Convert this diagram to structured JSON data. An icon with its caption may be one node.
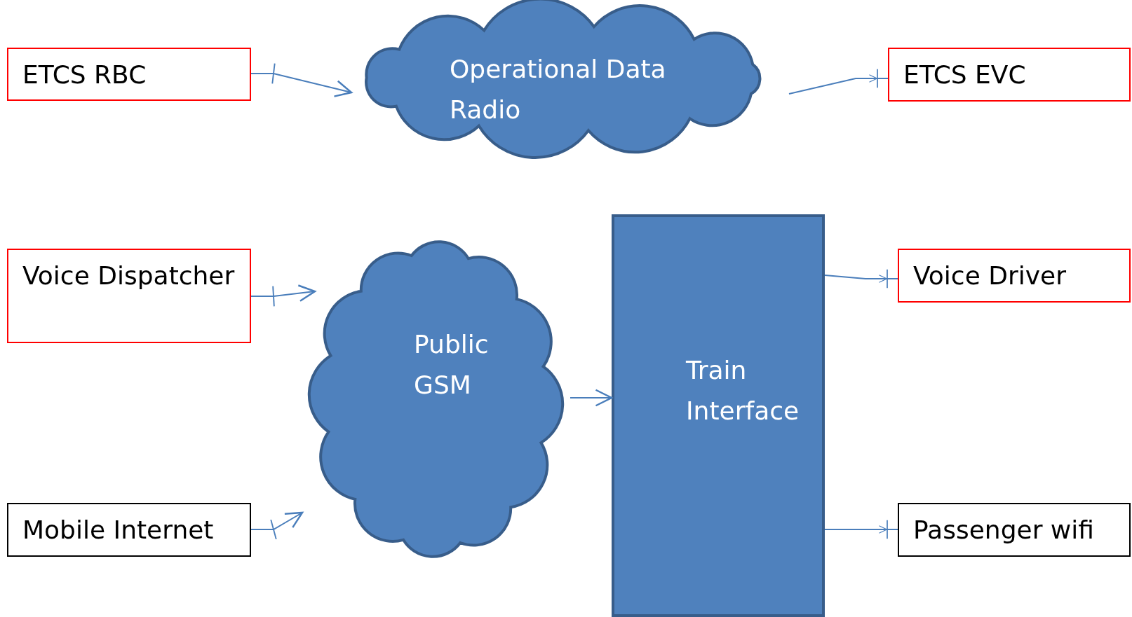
{
  "diagram": {
    "nodes": [
      {
        "text": [
          "ETCS RBC"
        ]
      },
      {
        "text": [
          "Operational Data Radio"
        ]
      },
      {
        "text": [
          "ETCS EVC"
        ]
      },
      {
        "text": [
          "Voice Dispatcher"
        ]
      },
      {
        "text": [
          "Public GSM"
        ]
      },
      {
        "text": [
          "Train Interface"
        ]
      },
      {
        "text": [
          "Voice Driver"
        ]
      },
      {
        "text": [
          "Mobile Internet"
        ]
      },
      {
        "text": [
          "Passenger wifi"
        ]
      }
    ],
    "edges": [
      {
        "from": 0,
        "to": 1,
        "arrow": "to"
      },
      {
        "from": 1,
        "to": 2,
        "arrow": "to"
      },
      {
        "from": 3,
        "to": 4,
        "arrow": "to"
      },
      {
        "from": 7,
        "to": 4,
        "arrow": "to"
      },
      {
        "from": 4,
        "to": 5,
        "arrow": "to"
      },
      {
        "from": 5,
        "to": 6,
        "arrow": "to"
      },
      {
        "from": 5,
        "to": 8,
        "arrow": "to"
      }
    ]
  }
}
